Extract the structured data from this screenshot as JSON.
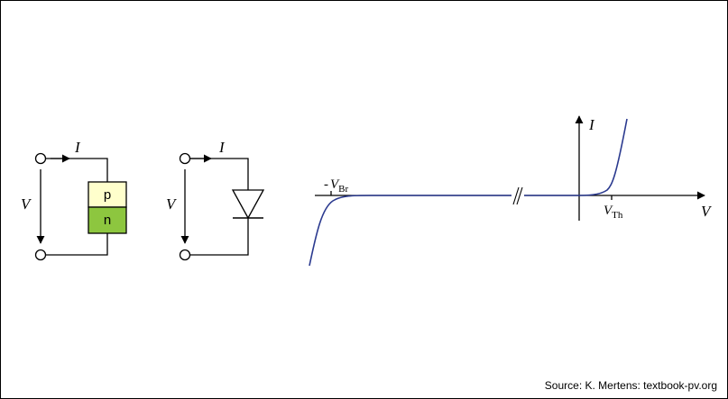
{
  "pn_circuit": {
    "current_label": "I",
    "voltage_label": "V",
    "p_label": "p",
    "n_label": "n"
  },
  "diode_circuit": {
    "current_label": "I",
    "voltage_label": "V"
  },
  "iv_curve": {
    "y_axis_label": "I",
    "x_axis_label": "V",
    "breakdown_prefix": "-",
    "breakdown_var": "V",
    "breakdown_sub": "Br",
    "threshold_var": "V",
    "threshold_sub": "Th"
  },
  "colors": {
    "curve": "#2b3a8f",
    "p_fill": "#ffffcc",
    "n_fill": "#8dc63f",
    "line": "#000000"
  },
  "source": "Source: K. Mertens: textbook-pv.org"
}
